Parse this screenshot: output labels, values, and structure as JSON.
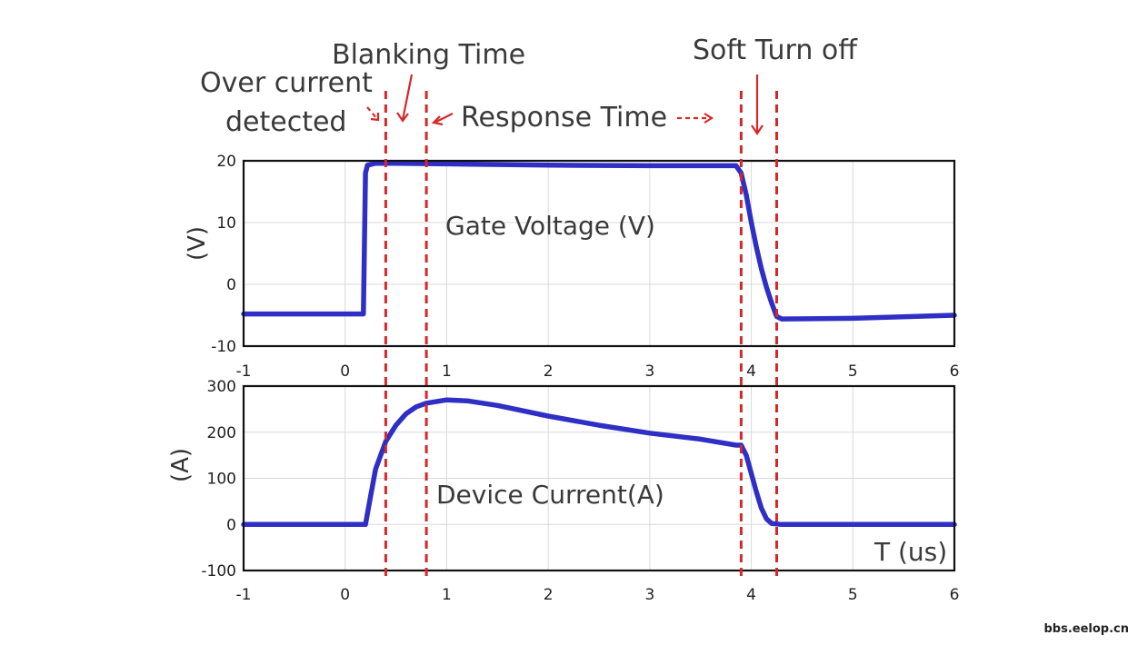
{
  "chart_data": [
    {
      "type": "line",
      "title": "",
      "ylabel": "(V)",
      "xlim": [
        -1,
        6
      ],
      "ylim": [
        -10,
        20
      ],
      "xticks": [
        -1,
        0,
        1,
        2,
        3,
        4,
        5,
        6
      ],
      "yticks": [
        -10,
        0,
        10,
        20
      ],
      "grid": true,
      "series_label_text": "Gate Voltage (V)",
      "series": [
        {
          "x": [
            -1,
            0.18,
            0.2,
            0.22,
            0.3,
            0.5,
            1.0,
            2.0,
            3.0,
            3.85,
            3.9,
            3.95,
            4.0,
            4.05,
            4.1,
            4.15,
            4.2,
            4.25,
            4.3,
            5.0,
            6.0
          ],
          "y": [
            -4.8,
            -4.8,
            18.0,
            19.3,
            19.6,
            19.6,
            19.5,
            19.3,
            19.2,
            19.2,
            18.0,
            14.5,
            10.0,
            6.0,
            2.5,
            -0.5,
            -3.0,
            -5.2,
            -5.6,
            -5.5,
            -5.0
          ]
        }
      ]
    },
    {
      "type": "line",
      "title": "",
      "ylabel": "(A)",
      "xlabel": "T (us)",
      "xlim": [
        -1,
        6
      ],
      "ylim": [
        -100,
        300
      ],
      "xticks": [
        -1,
        0,
        1,
        2,
        3,
        4,
        5,
        6
      ],
      "yticks": [
        -100,
        0,
        100,
        200,
        300
      ],
      "grid": true,
      "series_label_text": "Device Current(A)",
      "series": [
        {
          "x": [
            -1,
            0.2,
            0.25,
            0.3,
            0.4,
            0.5,
            0.6,
            0.7,
            0.8,
            1.0,
            1.2,
            1.5,
            2.0,
            2.5,
            3.0,
            3.5,
            3.85,
            3.9,
            3.95,
            4.0,
            4.05,
            4.1,
            4.15,
            4.2,
            4.3,
            5.0,
            6.0
          ],
          "y": [
            0,
            0,
            60,
            120,
            180,
            215,
            240,
            255,
            263,
            270,
            268,
            258,
            235,
            215,
            198,
            185,
            172,
            172,
            150,
            110,
            70,
            35,
            12,
            2,
            0,
            0,
            0
          ]
        }
      ]
    }
  ],
  "markers": {
    "x_values": [
      0.4,
      0.8,
      3.9,
      4.25
    ]
  },
  "annotations": {
    "over_current_line1": "Over current",
    "over_current_line2": "detected",
    "blanking_time": "Blanking Time",
    "response_time": "Response Time",
    "soft_turn_off": "Soft Turn off"
  },
  "watermark": "bbs.eelop.cn",
  "colors": {
    "trace": "#2f2fc6",
    "marker": "#d62828"
  }
}
